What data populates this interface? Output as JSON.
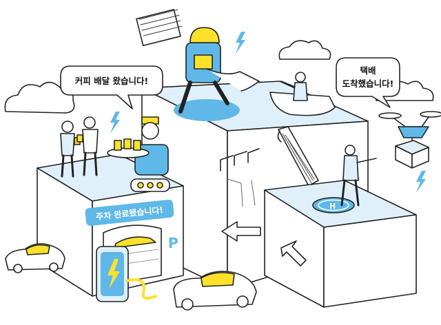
{
  "bubbles": {
    "coffee": "커피 배달 왔습니다!",
    "parcel_line1": "택배",
    "parcel_line2": "도착했습니다!"
  },
  "parking_sign": "주차 완료됐습니다!",
  "parking_letter": "P",
  "colors": {
    "outline": "#222222",
    "sky_blue": "#dff0fb",
    "accent_blue": "#5fb8e8",
    "yellow": "#ffe12b",
    "white": "#ffffff",
    "gray_cloud": "#f2f2f2"
  },
  "icons": [
    "lightning-icon",
    "arrow-left-icon",
    "arrow-up-left-icon",
    "helipad-icon",
    "drone-icon",
    "ev-charger-icon"
  ]
}
